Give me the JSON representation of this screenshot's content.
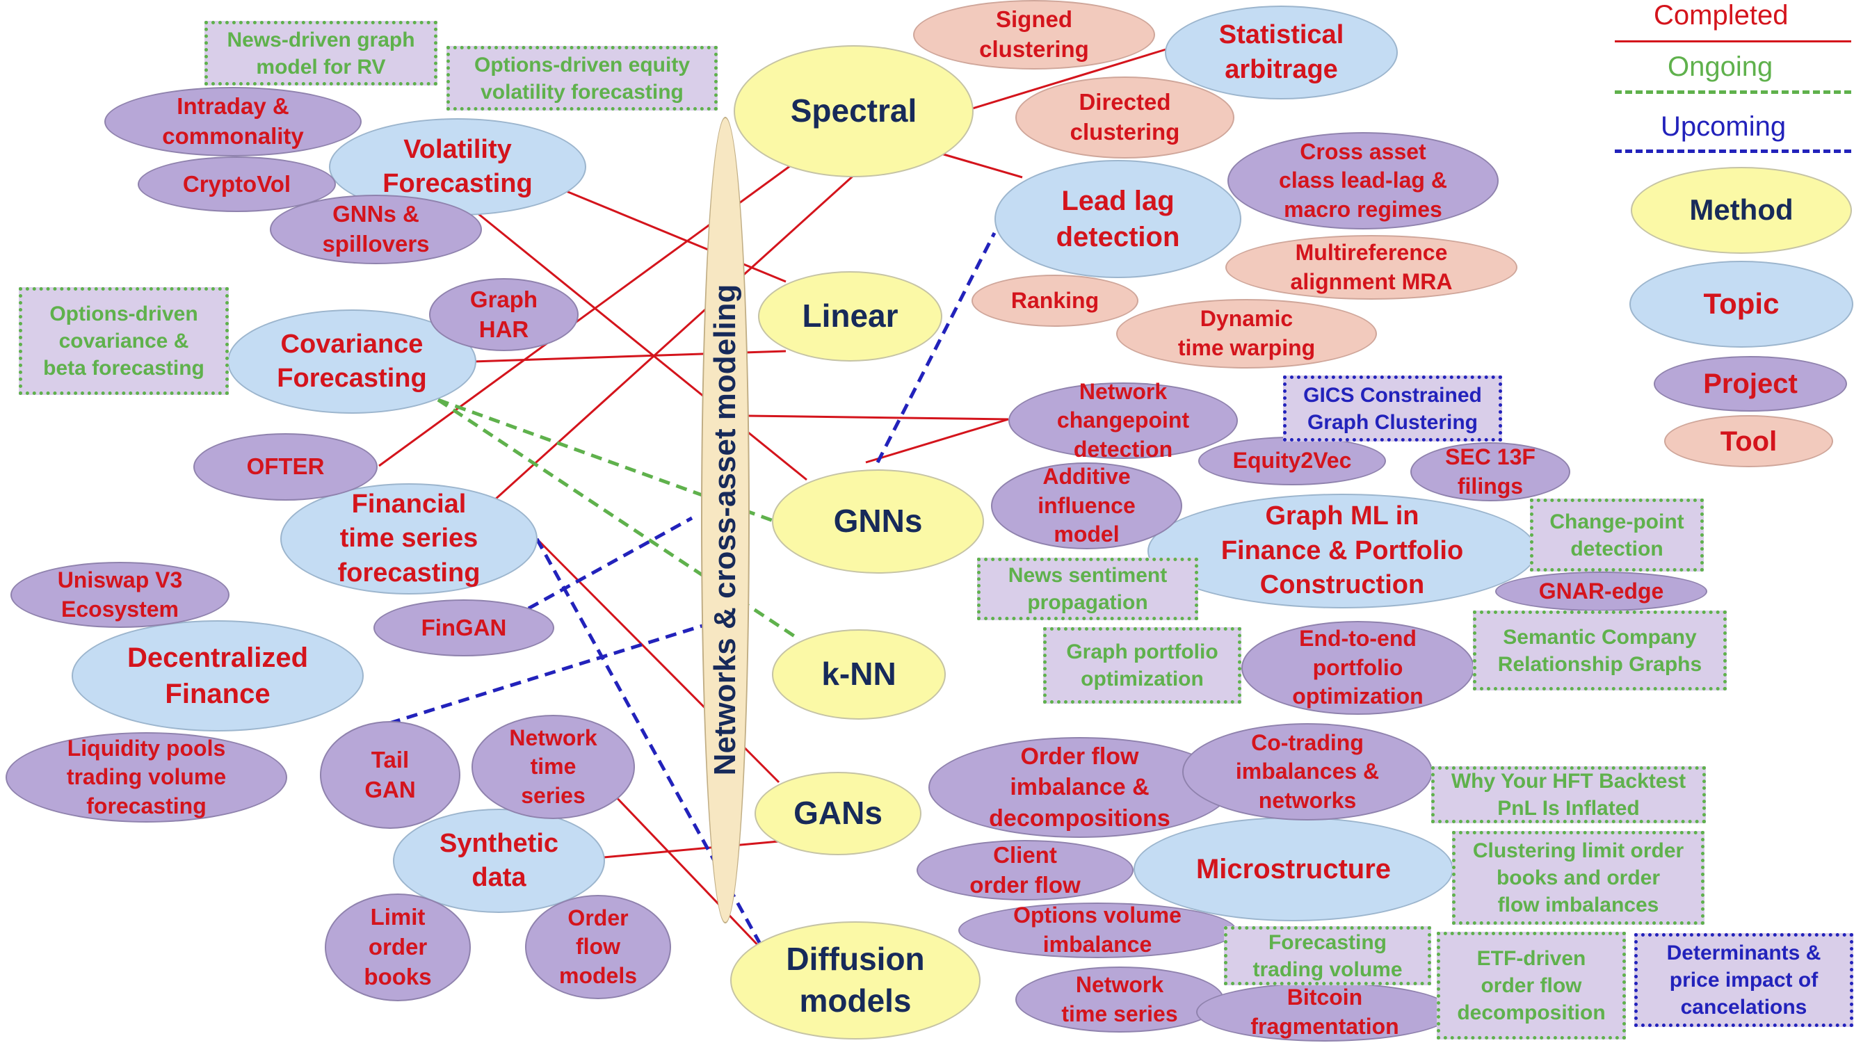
{
  "central_label": "Networks & cross-asset modeling",
  "legend": {
    "completed": "Completed",
    "ongoing": "Ongoing",
    "upcoming": "Upcoming",
    "method": "Method",
    "topic": "Topic",
    "project": "Project",
    "tool": "Tool"
  },
  "methods": {
    "spectral": "Spectral",
    "linear": "Linear",
    "gnns": "GNNs",
    "knn": "k-NN",
    "gans": "GANs",
    "diffusion": "Diffusion\nmodels"
  },
  "topics": {
    "volatility": "Volatility\nForecasting",
    "covariance": "Covariance\nForecasting",
    "fts": "Financial\ntime series\nforecasting",
    "defi": "Decentralized\nFinance",
    "synthetic": "Synthetic\ndata",
    "stat_arb": "Statistical\narbitrage",
    "leadlag": "Lead lag\ndetection",
    "graphml": "Graph ML in\nFinance & Portfolio\nConstruction",
    "micro": "Microstructure"
  },
  "projects": {
    "intraday": "Intraday &\ncommonality",
    "cryptovol": "CryptoVol",
    "gnn_spill": "GNNs &\nspillovers",
    "graph_har": "Graph\nHAR",
    "ofter": "OFTER",
    "uniswap": "Uniswap V3\nEcosystem",
    "fingan": "FinGAN",
    "liquidity": "Liquidity pools\ntrading volume\nforecasting",
    "tailgan": "Tail\nGAN",
    "net_ts1": "Network\ntime\nseries",
    "lob": "Limit\norder\nbooks",
    "ofm": "Order\nflow\nmodels",
    "cross_asset": "Cross asset\nclass lead-lag &\nmacro regimes",
    "net_cp": "Network\nchangepoint\ndetection",
    "equity2vec": "Equity2Vec",
    "additive": "Additive\ninfluence\nmodel",
    "e2e": "End-to-end\nportfolio\noptimization",
    "ofi": "Order flow\nimbalance &\ndecompositions",
    "cotrading": "Co-trading\nimbalances &\nnetworks",
    "client": "Client\norder flow",
    "options_vol": "Options volume\nimbalance",
    "net_ts2": "Network\ntime series",
    "bitcoin": "Bitcoin\nfragmentation",
    "sec13f": "SEC 13F\nfilings",
    "gnar": "GNAR-edge"
  },
  "tools": {
    "signed": "Signed\nclustering",
    "directed": "Directed\nclustering",
    "mra": "Multireference\nalignment MRA",
    "ranking": "Ranking",
    "dtw": "Dynamic\ntime warping"
  },
  "ongoing": {
    "news_rv": "News-driven graph\nmodel for RV",
    "opt_eq": "Options-driven equity\nvolatility forecasting",
    "opt_cov": "Options-driven\ncovariance &\nbeta forecasting",
    "news_sent": "News sentiment\npropagation",
    "graph_port": "Graph portfolio\noptimization",
    "changepoint": "Change-point\ndetection",
    "semantic": "Semantic Company\nRelationship Graphs",
    "hft": "Why Your HFT Backtest\nPnL Is Inflated",
    "clustering_lob": "Clustering limit order\nbooks and order\nflow imbalances",
    "forecast_vol": "Forecasting\ntrading volume",
    "etf": "ETF-driven\norder flow\ndecomposition"
  },
  "upcoming": {
    "gics": "GICS Constrained\nGraph Clustering",
    "cancel": "Determinants &\nprice impact of\ncancelations"
  },
  "colors": {
    "completed": "#d4141c",
    "ongoing": "#5fb14c",
    "upcoming": "#2222bb",
    "method": "#fbf9a6",
    "topic": "#c4dcf3",
    "project": "#b7a7d7",
    "tool": "#f2cabd",
    "method_text": "#172a5a"
  }
}
